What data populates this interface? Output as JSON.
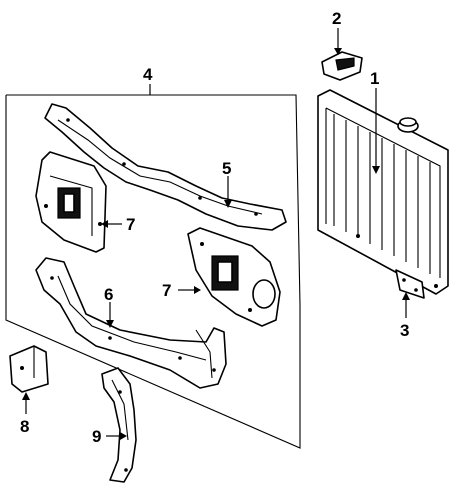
{
  "diagram": {
    "callouts": {
      "radiator": "1",
      "cap_bracket": "2",
      "lower_mount": "3",
      "support_assembly": "4",
      "upper_tie_bar": "5",
      "lower_tie_bar": "6",
      "side_panel_left": "7",
      "side_panel_right": "7",
      "bracket_8": "8",
      "side_member": "9"
    }
  },
  "icons": {
    "arrow": "arrow-head-icon"
  }
}
